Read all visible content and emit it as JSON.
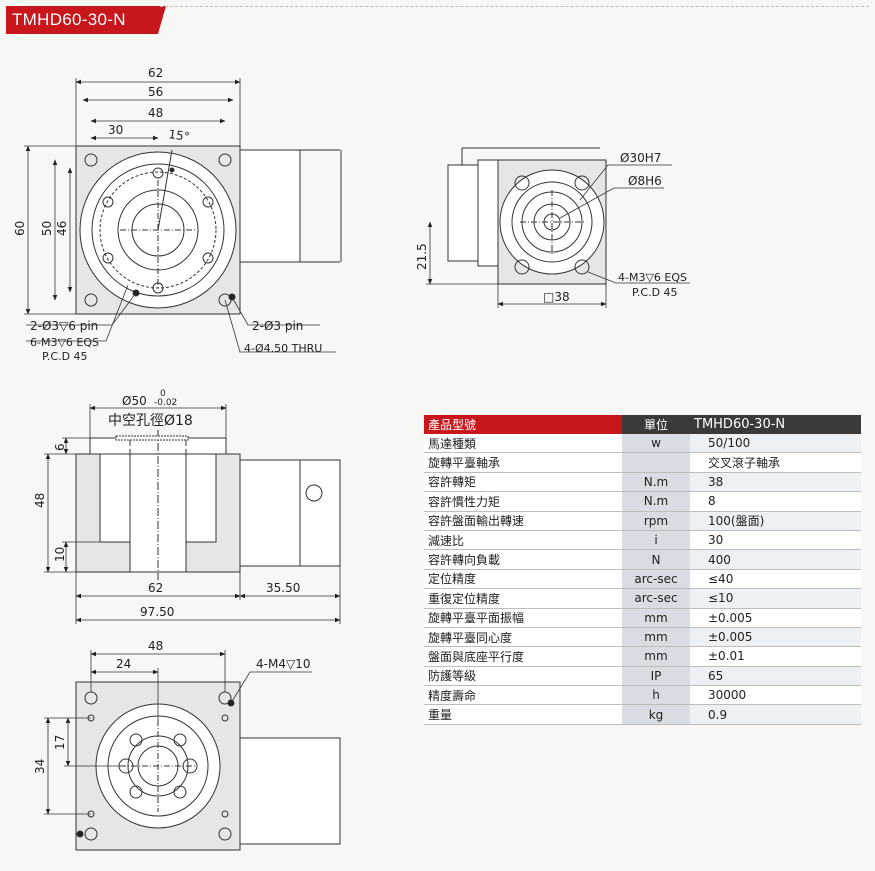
{
  "header": {
    "model_tag": "TMHD60-30-N"
  },
  "views": {
    "front": {
      "dims": [
        "62",
        "56",
        "48",
        "30",
        "15°",
        "60",
        "50",
        "46"
      ],
      "callouts": [
        "2-Ø3▽6 pin",
        "6-M3▽6 EQS",
        "P.C.D 45",
        "2-Ø3 pin",
        "4-Ø4.50 THRU"
      ]
    },
    "right": {
      "callouts": [
        "Ø30H7",
        "Ø8H6",
        "4-M3▽6 EQS",
        "P.C.D 45"
      ],
      "dims": [
        "21.5",
        "□38"
      ]
    },
    "side": {
      "top_dim": "Ø50",
      "tol_upper": "0",
      "tol_lower": "-0.02",
      "hole_label": "中空孔徑Ø18",
      "dims": [
        "6",
        "48",
        "10",
        "62",
        "35.50",
        "97.50"
      ]
    },
    "bottom": {
      "dims": [
        "48",
        "24",
        "17",
        "34"
      ],
      "callouts": [
        "4-M4▽10"
      ]
    }
  },
  "spec_table": {
    "headers": [
      "產品型號",
      "單位",
      "TMHD60-30-N"
    ],
    "rows": [
      [
        "馬達種類",
        "w",
        "50/100"
      ],
      [
        "旋轉平臺軸承",
        "",
        "交叉滾子軸承"
      ],
      [
        "容許轉矩",
        "N.m",
        "38"
      ],
      [
        "容許慣性力矩",
        "N.m",
        "8"
      ],
      [
        "容許盤面輸出轉速",
        "rpm",
        "100(盤面)"
      ],
      [
        "減速比",
        "i",
        "30"
      ],
      [
        "容許轉向負載",
        "N",
        "400"
      ],
      [
        "定位精度",
        "arc-sec",
        "≤40"
      ],
      [
        "重復定位精度",
        "arc-sec",
        "≤10"
      ],
      [
        "旋轉平臺平面振幅",
        "mm",
        "±0.005"
      ],
      [
        "旋轉平臺同心度",
        "mm",
        "±0.005"
      ],
      [
        "盤面與底座平行度",
        "mm",
        "±0.01"
      ],
      [
        "防護等級",
        "IP",
        "65"
      ],
      [
        "精度壽命",
        "h",
        "30000"
      ],
      [
        "重量",
        "kg",
        "0.9"
      ]
    ]
  },
  "colors": {
    "accent": "#c8161d",
    "header_dark": "#3a3a3a",
    "unit_cell": "#d8dde3"
  }
}
